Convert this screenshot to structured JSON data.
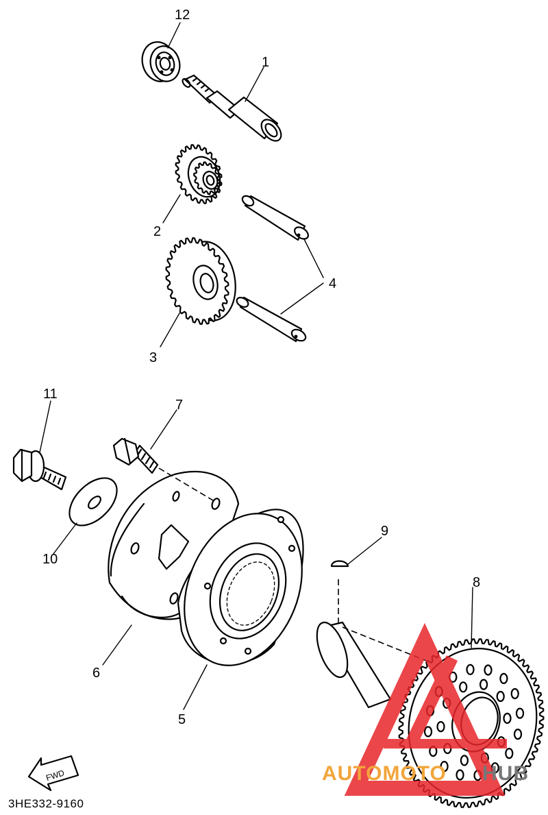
{
  "diagram": {
    "parts": [
      {
        "id": "part-1",
        "number": "1"
      },
      {
        "id": "part-2",
        "number": "2"
      },
      {
        "id": "part-3",
        "number": "3"
      },
      {
        "id": "part-4",
        "number": "4"
      },
      {
        "id": "part-5",
        "number": "5"
      },
      {
        "id": "part-6",
        "number": "6"
      },
      {
        "id": "part-7",
        "number": "7"
      },
      {
        "id": "part-8",
        "number": "8"
      },
      {
        "id": "part-9",
        "number": "9"
      },
      {
        "id": "part-10",
        "number": "10"
      },
      {
        "id": "part-11",
        "number": "11"
      },
      {
        "id": "part-12",
        "number": "12"
      }
    ],
    "fwd_label": "FWD",
    "diagram_code": "3HE332-9160"
  },
  "watermark": {
    "text_a": "AUTOMOTO",
    "text_b": "HUB",
    "color_red": "#e8262b",
    "color_orange": "#f2a53a",
    "color_gray": "#777777"
  }
}
